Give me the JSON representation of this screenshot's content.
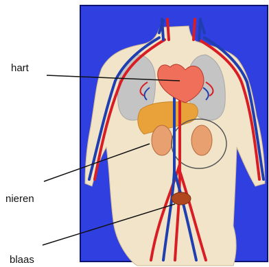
{
  "labels": {
    "heart": "hart",
    "kidneys": "nieren",
    "bladder": "blaas"
  },
  "colors": {
    "panel_background": "#2f3fe0",
    "panel_border": "#0c1470",
    "skin": "#f1e4c8",
    "artery": "#d81d24",
    "vein": "#1f3fb0",
    "heart": "#ef6f5a",
    "lungs": "#bfbfbf",
    "liver": "#e9a23a",
    "bladder": "#b0471f",
    "leader_line": "#111111"
  }
}
